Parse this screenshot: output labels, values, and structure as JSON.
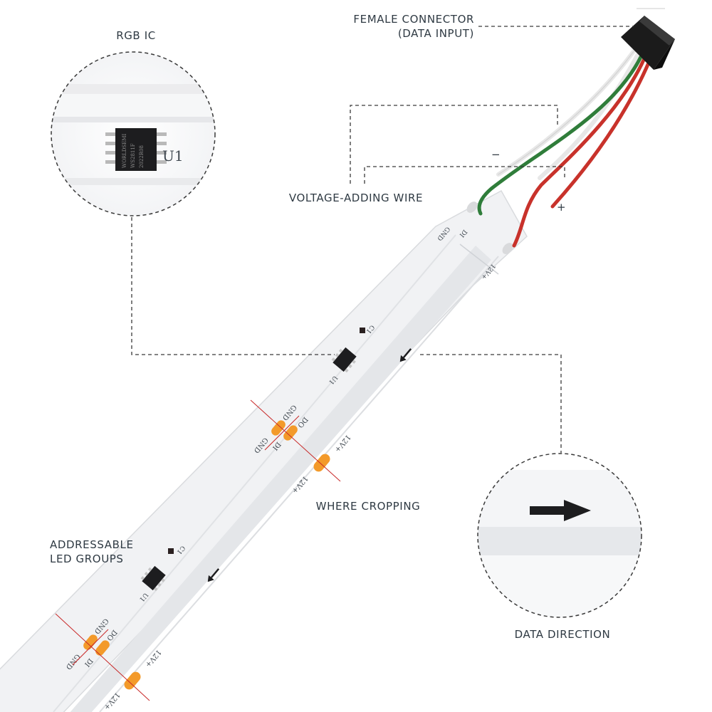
{
  "labels": {
    "female_connector_line1": "FEMALE CONNECTOR",
    "female_connector_line2": "(DATA INPUT)",
    "rgb_ic": "RGB IC",
    "voltage_adding_wire": "VOLTAGE-ADDING WIRE",
    "where_cropping": "WHERE CROPPING",
    "addressable_line1": "ADDRESSABLE",
    "addressable_line2": "LED GROUPS",
    "data_direction": "DATA DIRECTION"
  },
  "wire_signs": {
    "minus": "−",
    "plus": "+"
  },
  "pcb_text": {
    "u1": "U1",
    "c1": "C1",
    "gnd": "GND",
    "do": "DO",
    "di": "DI",
    "v12": "12V+",
    "chip_line1": "WORLDSEMI",
    "chip_line2": "WS2811F",
    "chip_line3": "2022R08"
  },
  "colors": {
    "strip": "#f1f2f4",
    "solder_pad": "#f39a2a",
    "chip": "#1d1d1f",
    "wire_red": "#c8322b",
    "wire_green": "#2f7d3a",
    "wire_white": "#e7e7e7",
    "dashed": "#3a3a3a",
    "crop_line": "#c82828"
  }
}
